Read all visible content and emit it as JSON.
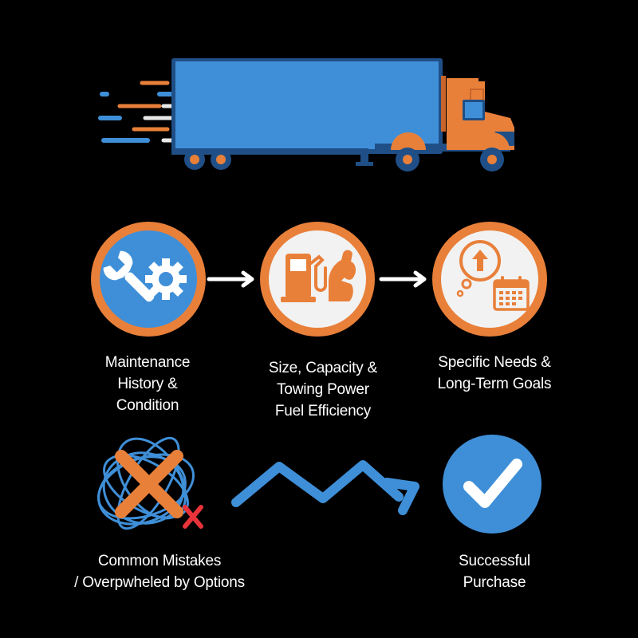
{
  "colors": {
    "background": "#000000",
    "blue": "#3f8fd8",
    "orange": "#e8803a",
    "light_circle": "#f2f2f2",
    "white": "#ffffff",
    "red": "#e8333a"
  },
  "icons": {
    "truck": "truck-icon",
    "step1": [
      "wrench-icon",
      "gear-icon"
    ],
    "step2": [
      "fuel-pump-icon",
      "flexed-arm-icon"
    ],
    "step3": [
      "speech-bubble-up-arrow-icon",
      "calendar-icon"
    ],
    "mistakes": [
      "tangled-lines-icon",
      "x-mark-icon"
    ],
    "path": "wavy-arrow-icon",
    "success": "checkmark-icon"
  },
  "steps": [
    {
      "lines": [
        "Maintenance",
        "History &",
        "Condition"
      ]
    },
    {
      "lines": [
        "Size, Capacity &",
        "Towing Power",
        "Fuel Efficiency"
      ]
    },
    {
      "lines": [
        "Specific Needs &",
        "Long-Term Goals"
      ]
    }
  ],
  "mistakes": {
    "lines": [
      "Common Mistakes",
      "/ Overpwheled by Options"
    ]
  },
  "success": {
    "lines": [
      "Successful",
      "Purchase"
    ]
  }
}
